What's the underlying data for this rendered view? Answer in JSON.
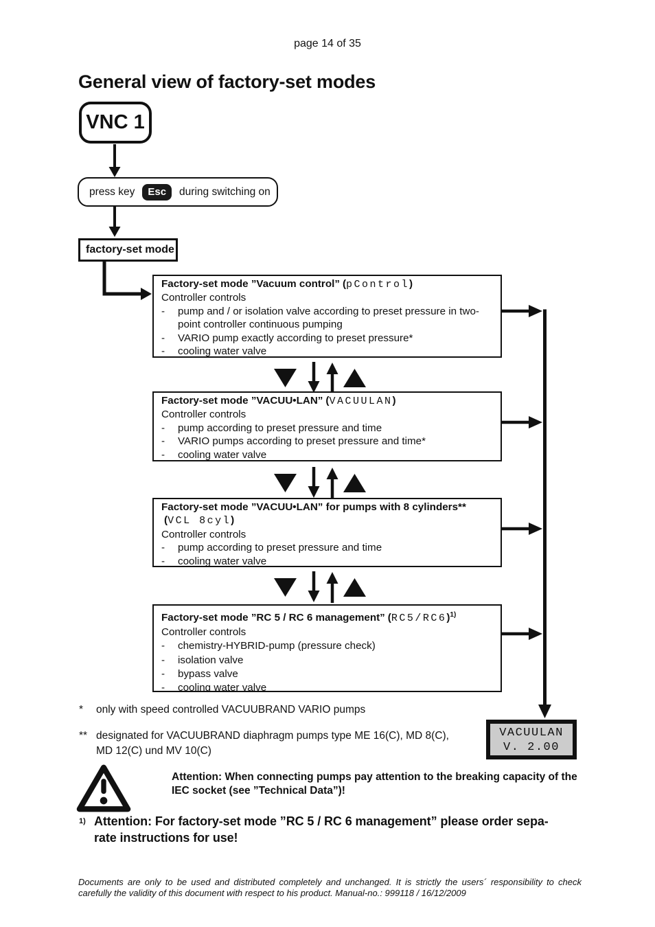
{
  "page": {
    "header": "page 14 of 35",
    "title": "General view of factory-set modes"
  },
  "symbols": {
    "dash": "-",
    "open_paren": "(",
    "close_paren": ")"
  },
  "icons": {
    "esc_key": "Esc key chip",
    "down_key_triangle": "▼",
    "up_key_triangle": "▲",
    "down_arrow": "↓",
    "up_arrow": "↑",
    "warning_triangle": "⚠ exclamation warning triangle",
    "flow_arrows": "black flowchart connector arrows"
  },
  "flow": {
    "device": "VNC 1",
    "press_key": {
      "pre": "press key",
      "key": "Esc",
      "post": "during switching on"
    },
    "entry": "factory-set mode",
    "modes": [
      {
        "name": "Factory-set mode ”Vacuum control”",
        "code": "pControl",
        "sup": "",
        "controls": "Controller controls",
        "bullets": [
          "pump and / or isolation valve according to preset pressure in two-point controller continuous pumping",
          "VARIO pump exactly according to preset pressure*",
          "cooling water valve"
        ]
      },
      {
        "name": "Factory-set mode ”VACUU•LAN”",
        "code": "VACUULAN",
        "sup": "",
        "controls": "Controller controls",
        "bullets": [
          "pump according to preset pressure and time",
          "VARIO pumps according to preset pressure and time*",
          "cooling water valve"
        ]
      },
      {
        "name": "Factory-set mode ”VACUU•LAN” for pumps with 8 cylinders**",
        "code": "VCL 8cyl",
        "sup": "",
        "controls": "Controller controls",
        "bullets": [
          "pump according to preset pressure and time",
          "cooling water valve"
        ]
      },
      {
        "name": "Factory-set mode ”RC 5 / RC 6 management”",
        "code": "RC5/RC6",
        "sup": "1)",
        "controls": "Controller controls",
        "bullets": [
          "chemistry-HYBRID-pump (pressure check)",
          "isolation valve",
          "bypass valve",
          "cooling water valve"
        ]
      }
    ],
    "display": {
      "line1": "VACUULAN",
      "line2": "V. 2.00"
    }
  },
  "footnotes": [
    {
      "marker": "*",
      "lines": [
        "only with speed controlled VACUUBRAND VARIO pumps",
        ""
      ]
    },
    {
      "marker": "**",
      "lines": [
        "designated for VACUUBRAND diaphragm pumps type ME 16(C), MD 8(C),",
        "MD 12(C) und MV 10(C)"
      ]
    }
  ],
  "warning": {
    "lines": [
      "Attention: When connecting pumps pay attention to the breaking capacity of the",
      "IEC socket (see ”Technical Data”)!"
    ]
  },
  "note1": {
    "marker": "1)",
    "lines": [
      "Attention: For factory-set mode ”RC 5 / RC 6 management” please order sepa-",
      "rate instructions for use!"
    ]
  },
  "footer": "Documents are only to be used and distributed completely and unchanged. It is strictly the users´ responsibility to check carefully the validity of this document with respect to his product. Manual-no.: 999118 / 16/12/2009",
  "colors": {
    "ink": "#111111",
    "display_bg": "#cccccc",
    "key_bg": "#1a1a1a"
  }
}
